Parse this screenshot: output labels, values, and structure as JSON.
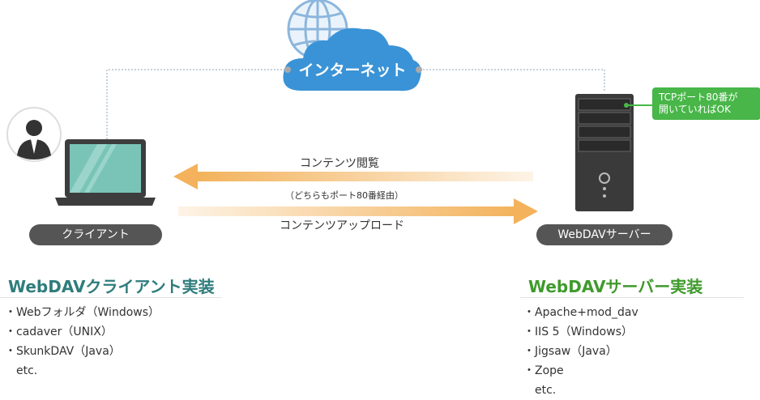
{
  "cloud": {
    "label": "インターネット"
  },
  "client": {
    "label": "クライアント"
  },
  "server": {
    "label": "WebDAVサーバー",
    "note": "TCPポート80番が\n開いていればOK"
  },
  "arrows": {
    "browse_label": "コンテンツ閲覧",
    "port_note": "（どちらもポート80番経由）",
    "upload_label": "コンテンツアップロード"
  },
  "client_impl": {
    "title": "WebDAVクライアント実装",
    "items": [
      "Webフォルダ（Windows）",
      "cadaver（UNIX）",
      "SkunkDAV（Java）"
    ],
    "more": "etc."
  },
  "server_impl": {
    "title": "WebDAVサーバー実装",
    "items": [
      "Apache+mod_dav",
      "IIS 5（Windows）",
      "Jigsaw（Java）",
      "Zope"
    ],
    "more": "etc."
  },
  "colors": {
    "client_heading": "#2f7c7c",
    "server_heading": "#3f9a2c",
    "cloud": "#3a93d6",
    "arrow": "#f3b25b",
    "pill": "#555555",
    "note": "#48b648"
  },
  "icons": [
    "globe-icon",
    "cloud-icon",
    "user-icon",
    "laptop-icon",
    "server-tower-icon"
  ]
}
